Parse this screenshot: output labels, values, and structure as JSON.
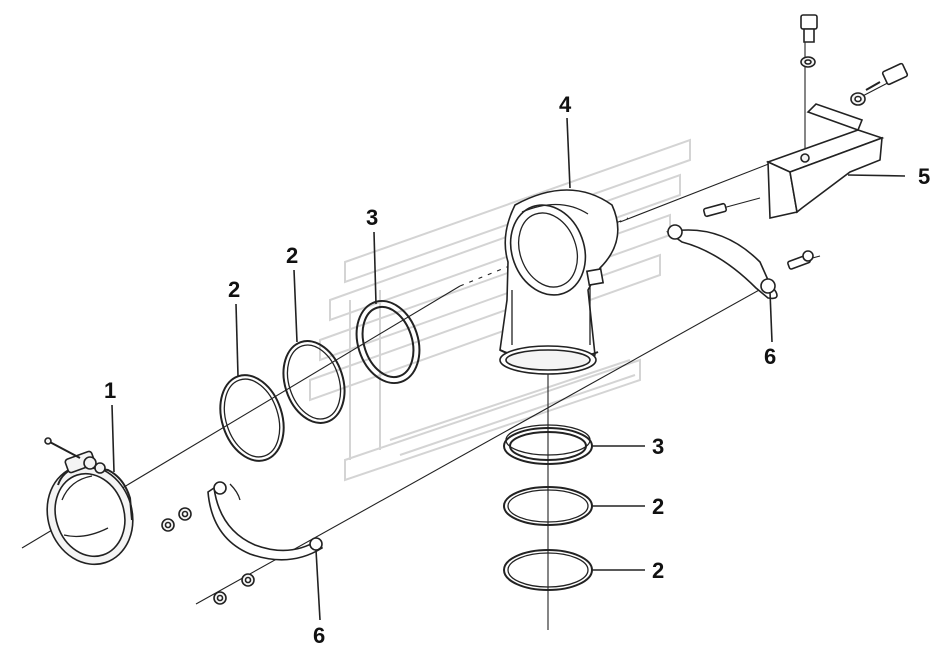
{
  "labels": {
    "clamp": "1",
    "ring2_a": "2",
    "ring2_b": "2",
    "ring2_c": "2",
    "ring2_d": "2",
    "ring3_a": "3",
    "ring3_b": "3",
    "elbow": "4",
    "bracket": "5",
    "half_clamp_a": "6",
    "half_clamp_b": "6"
  }
}
